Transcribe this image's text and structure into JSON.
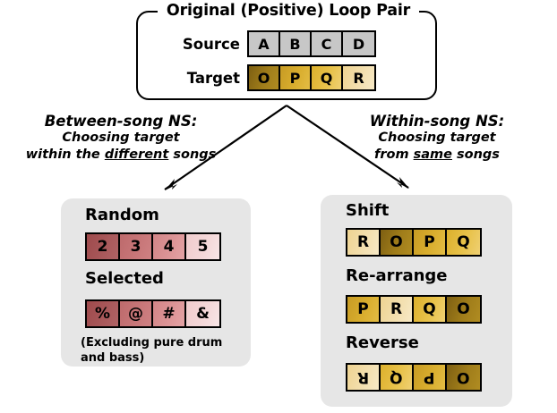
{
  "diagram": {
    "title": "Original (Positive) Loop Pair",
    "top_box": {
      "rows": [
        {
          "label": "Source",
          "tiles": [
            "A",
            "B",
            "C",
            "D"
          ],
          "palette": "grey"
        },
        {
          "label": "Target",
          "tiles": [
            "O",
            "P",
            "Q",
            "R"
          ],
          "palette": "gold"
        }
      ]
    },
    "branches": {
      "left": {
        "title": "Between-song NS:",
        "subtitle_line1": "Choosing target",
        "subtitle_line2_pre": "within the ",
        "subtitle_line2_underlined": "different",
        "subtitle_line2_post": " songs"
      },
      "right": {
        "title": "Within-song NS:",
        "subtitle_line1": "Choosing target",
        "subtitle_line2_pre": "from ",
        "subtitle_line2_underlined": "same",
        "subtitle_line2_post": " songs"
      }
    },
    "panels": {
      "left": {
        "groups": [
          {
            "heading": "Random",
            "tiles": [
              "2",
              "3",
              "4",
              "5"
            ],
            "palette": "red"
          },
          {
            "heading": "Selected",
            "tiles": [
              "%",
              "@",
              "#",
              "&"
            ],
            "palette": "red"
          }
        ],
        "note": "(Excluding pure drum and bass)"
      },
      "right": {
        "groups": [
          {
            "heading": "Shift",
            "tiles": [
              "R",
              "O",
              "P",
              "Q"
            ],
            "shades": [
              4,
              1,
              2,
              3
            ],
            "flipped": false
          },
          {
            "heading": "Re-arrange",
            "tiles": [
              "P",
              "R",
              "Q",
              "O"
            ],
            "shades": [
              2,
              4,
              3,
              1
            ],
            "flipped": false
          },
          {
            "heading": "Reverse",
            "tiles": [
              "R",
              "Q",
              "P",
              "O"
            ],
            "shades": [
              4,
              3,
              2,
              1
            ],
            "flipped": true
          }
        ]
      }
    },
    "colors": {
      "panel_background": "#e6e6e6",
      "source_tile": "#c7c7c7",
      "gold_darkest": "#7d5f12",
      "gold_lightest": "#f3dfae",
      "red_darkest": "#9e4a4c",
      "red_lightest": "#f4d8d9",
      "outline": "#000000",
      "page_background": "#ffffff"
    }
  }
}
